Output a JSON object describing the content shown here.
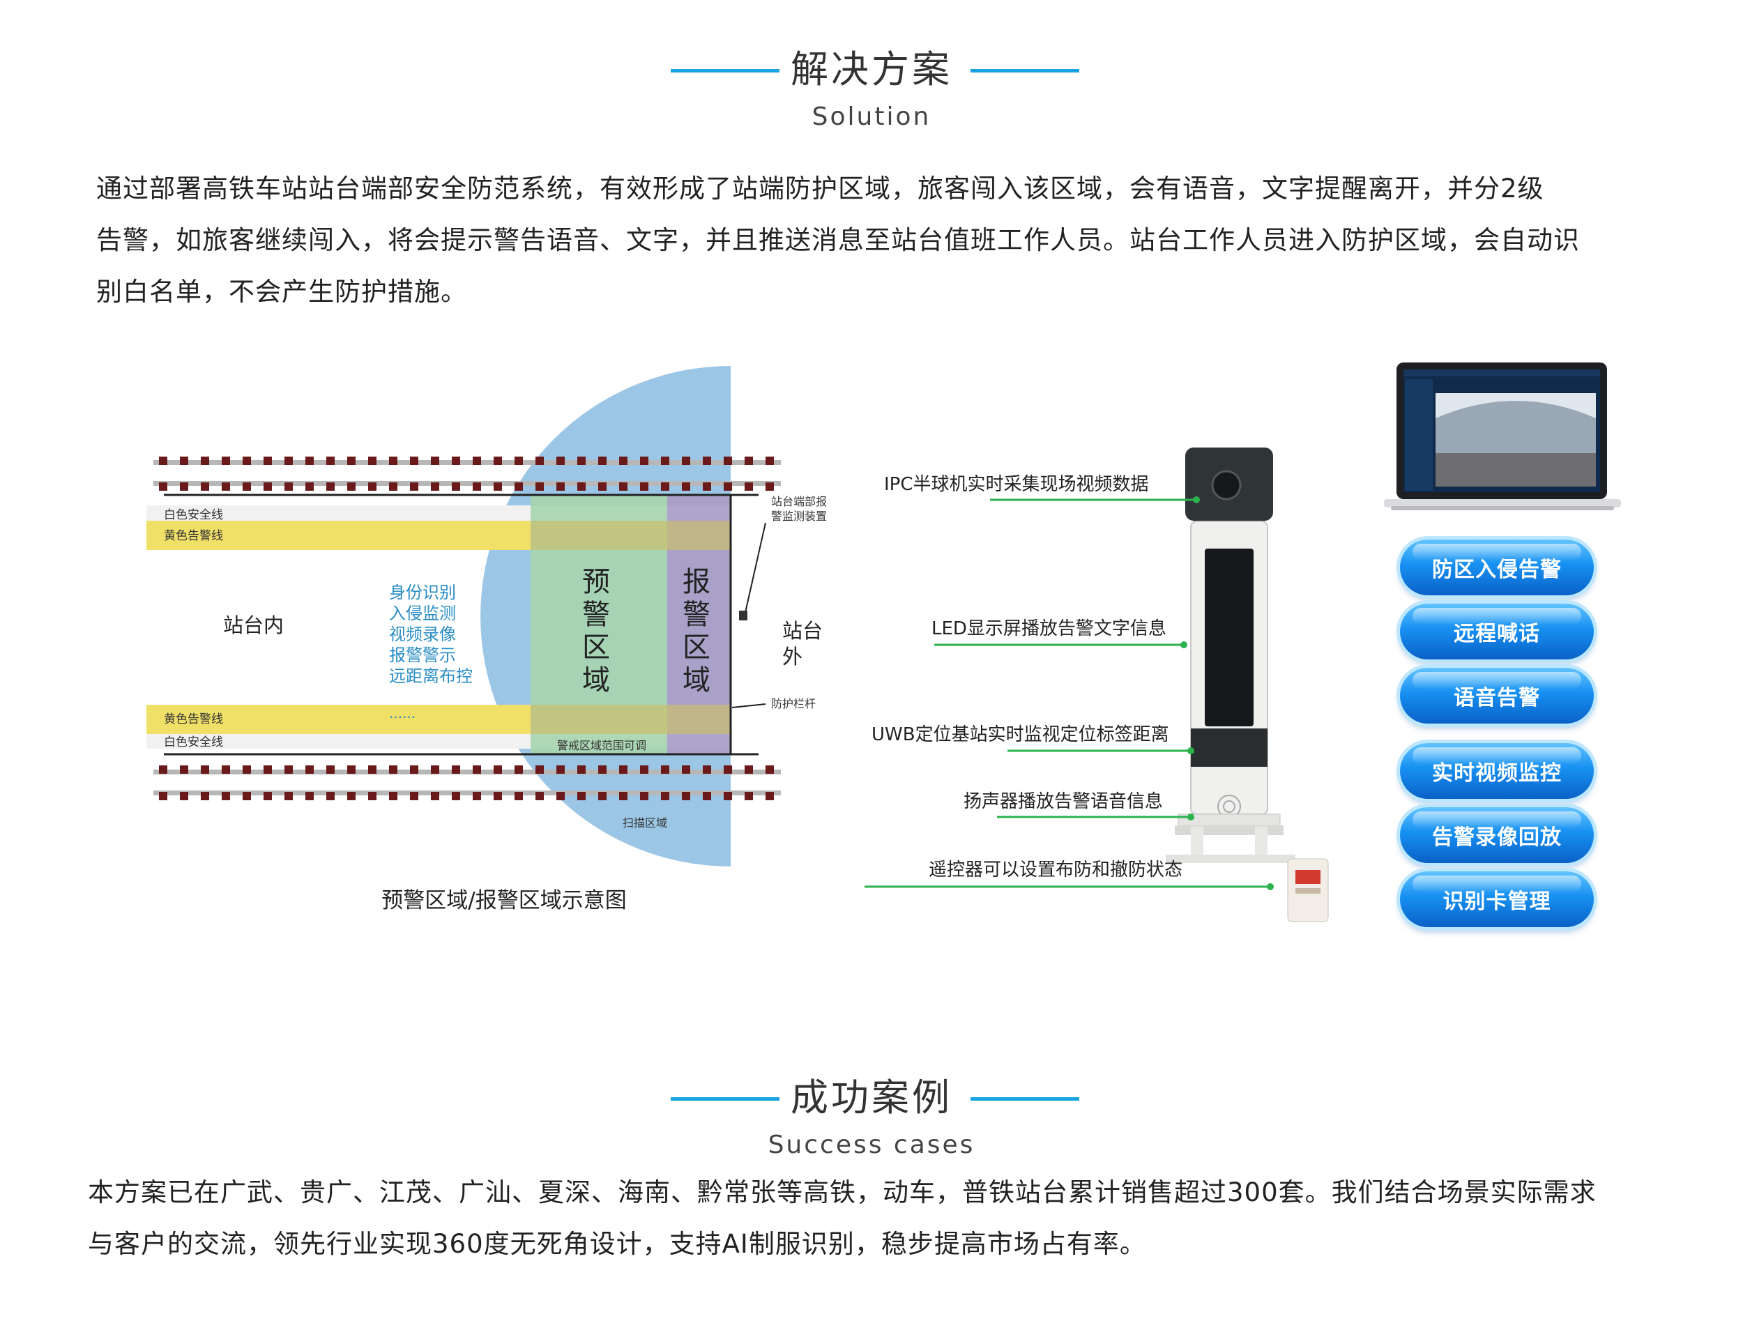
{
  "solution": {
    "title": "解决方案",
    "subtitle": "Solution",
    "paragraph_lines": [
      "通过部署高铁车站站台端部安全防范系统，有效形成了站端防护区域，旅客闯入该区域，会有语音，文字提醒离开，并分2级",
      "告警，如旅客继续闯入，将会提示警告语音、文字，并且推送消息至站台值班工作人员。站台工作人员进入防护区域，会自动识",
      "别白名单，不会产生防护措施。"
    ]
  },
  "zone_diagram": {
    "caption": "预警区域/报警区域示意图",
    "white_line_top": "白色安全线",
    "yellow_line_top": "黄色告警线",
    "yellow_line_bottom": "黄色告警线",
    "white_line_bottom": "白色安全线",
    "inside_label": "站台内",
    "outside_label_1": "站台",
    "outside_label_2": "外",
    "functions": [
      "身份识别",
      "入侵监测",
      "视频录像",
      "报警警示",
      "远距离布控"
    ],
    "ellipsis": "......",
    "warning_zone_chars": [
      "预",
      "警",
      "区",
      "域"
    ],
    "alarm_zone_chars": [
      "报",
      "警",
      "区",
      "域"
    ],
    "device_label_1": "站台端部报",
    "device_label_2": "警监测装置",
    "fence_label": "防护栏杆",
    "adjust_label": "警戒区域范围可调",
    "scan_label": "扫描区域",
    "colors": {
      "scan": "#9cc6e6",
      "warning": "#a6d4ae",
      "alarm": "#ab9fc6",
      "yellow": "#f0e068",
      "text_blue": "#2a8ec6"
    }
  },
  "device": {
    "callouts": [
      "IPC半球机实时采集现场视频数据",
      "LED显示屏播放告警文字信息",
      "UWB定位基站实时监视定位标签距离",
      "扬声器播放告警语音信息",
      "遥控器可以设置布防和撤防状态"
    ],
    "line_color": "#2bb24c"
  },
  "features": [
    "防区入侵告警",
    "远程喊话",
    "语音告警",
    "实时视频监控",
    "告警录像回放",
    "识别卡管理"
  ],
  "cases": {
    "title": "成功案例",
    "subtitle": "Success cases",
    "paragraph_lines": [
      "本方案已在广武、贵广、江茂、广汕、夏深、海南、黔常张等高铁，动车，普铁站台累计销售超过300套。我们结合场景实际需求",
      "与客户的交流，领先行业实现360度无死角设计，支持AI制服识别，稳步提高市场占有率。"
    ]
  },
  "accent_color": "#1aa3e2"
}
